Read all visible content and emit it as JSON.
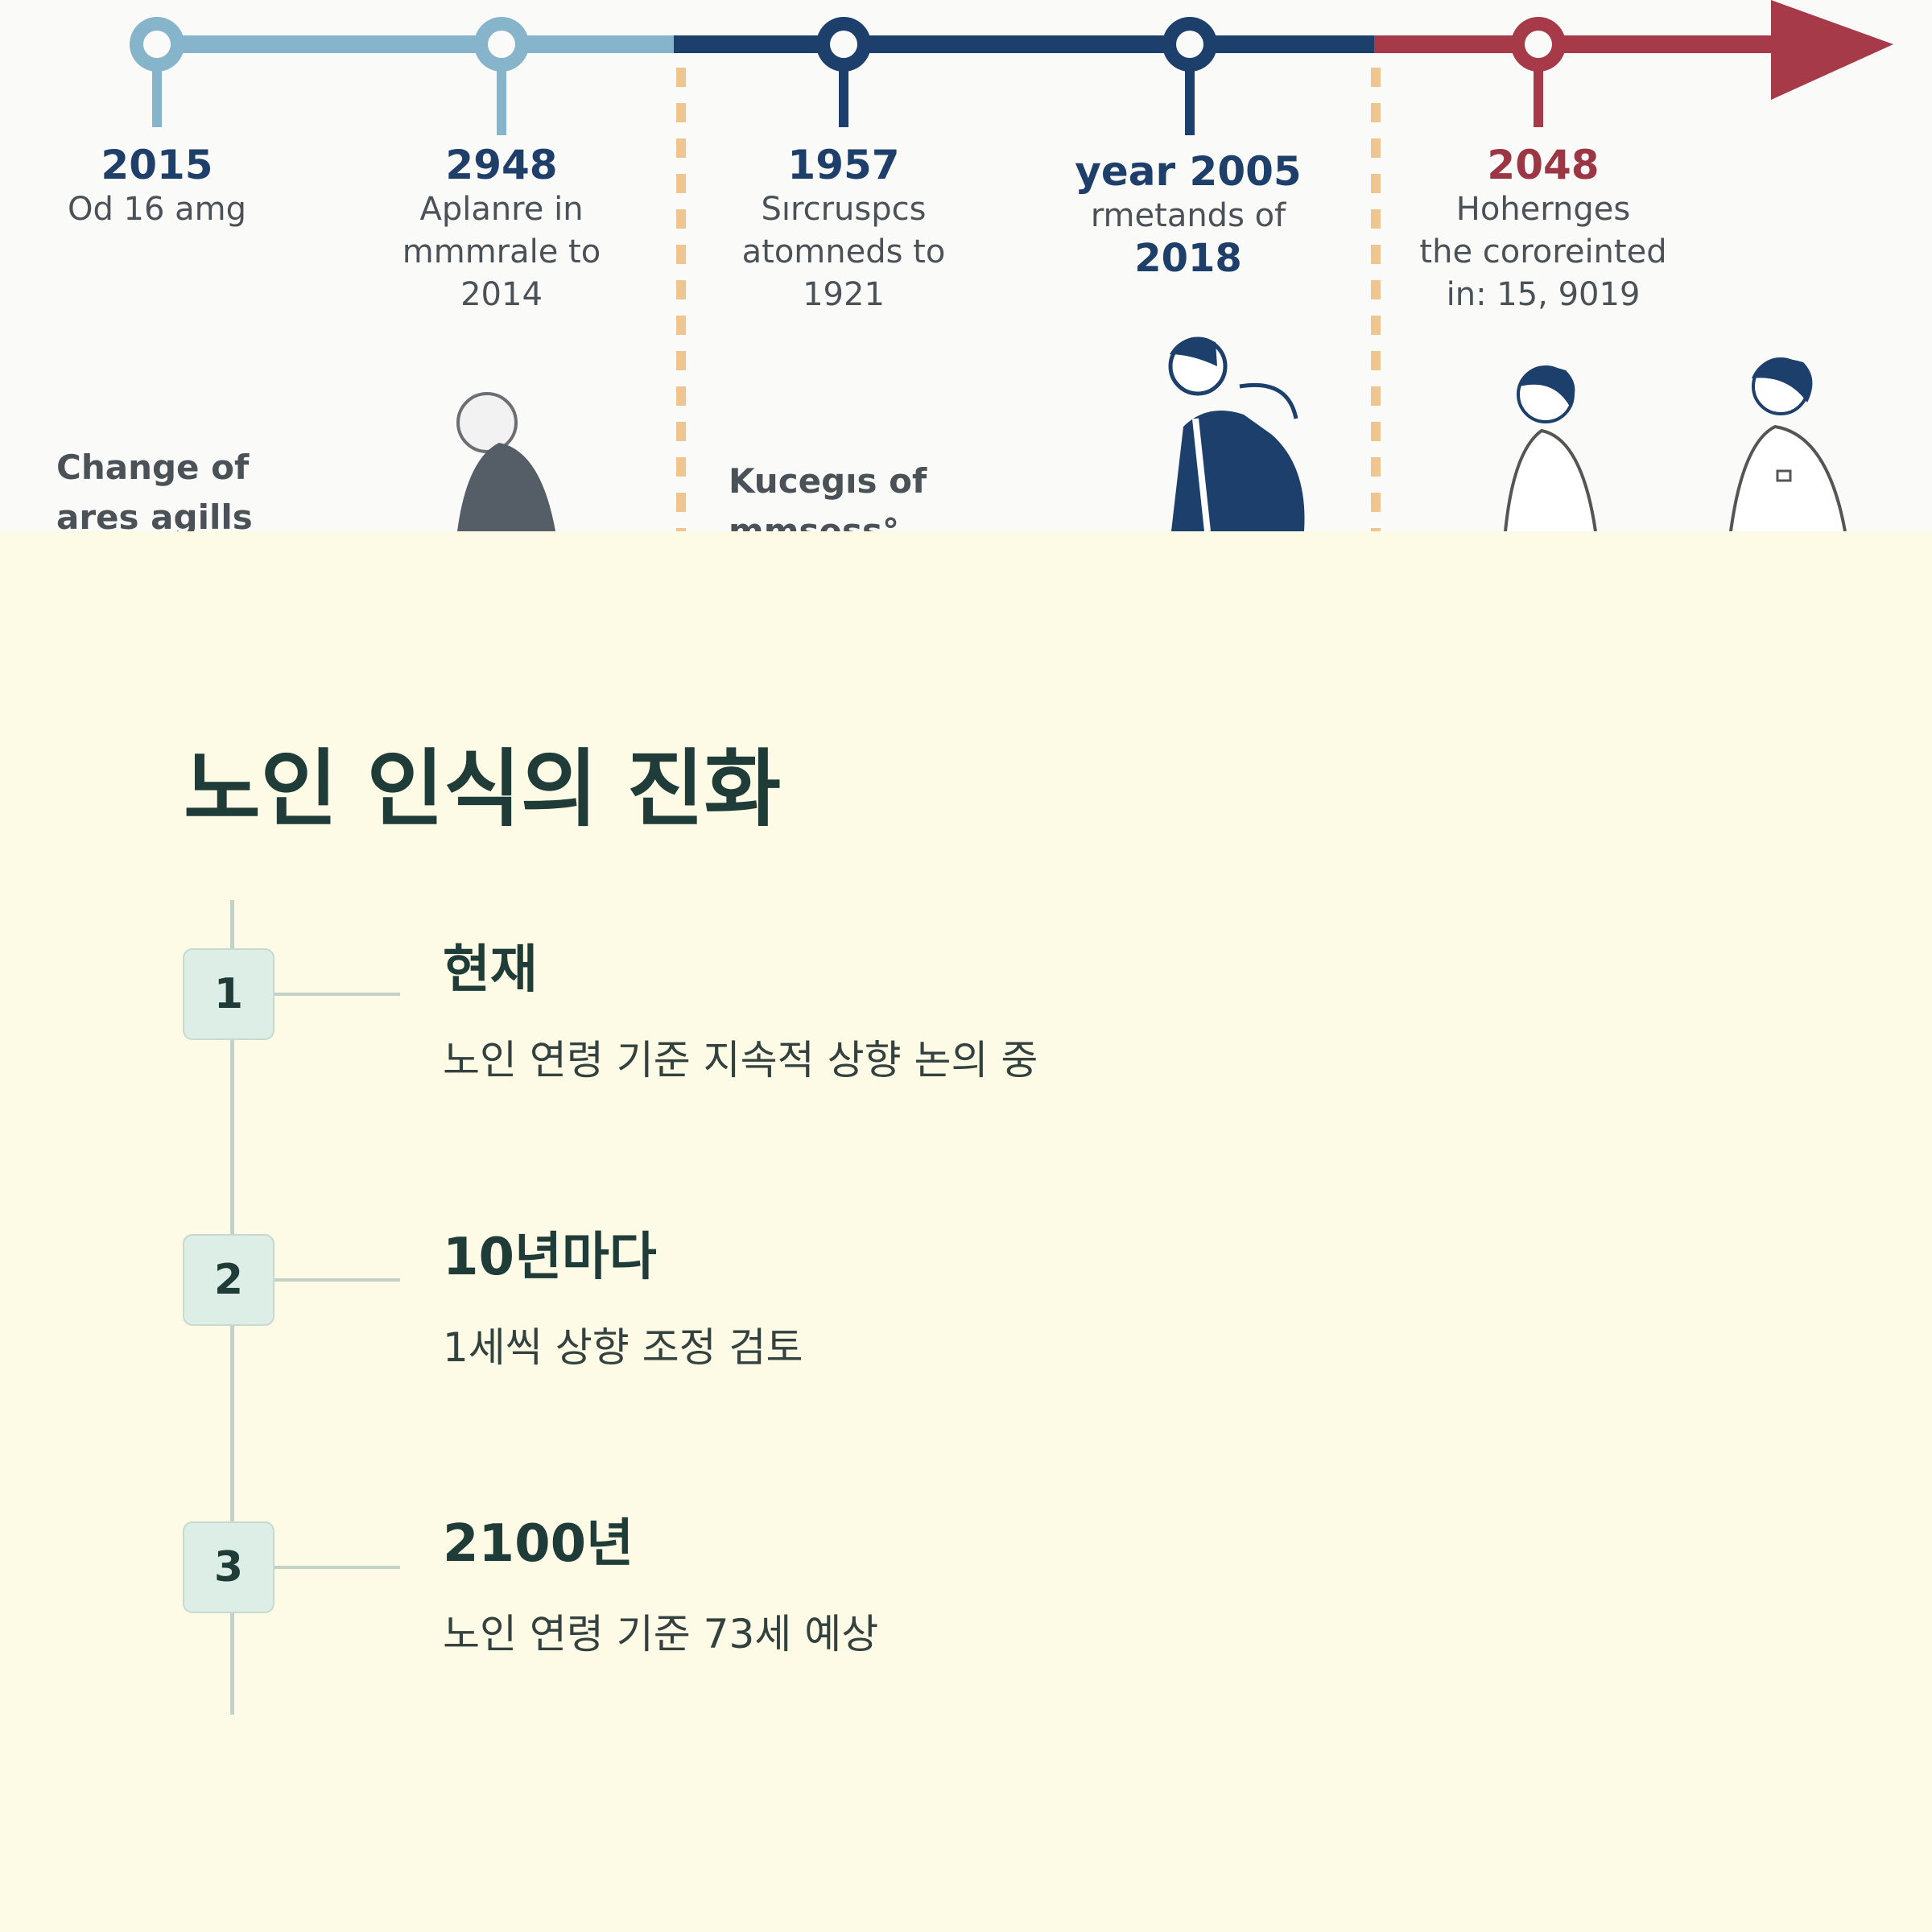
{
  "timeline_banner": {
    "events": [
      {
        "year": "2015",
        "lines": [
          "Od 16 amg"
        ],
        "color": "#1d3f6a"
      },
      {
        "year": "2948",
        "lines": [
          "Aplanre in",
          "mmmrale to",
          "2014"
        ],
        "color": "#1d3f6a"
      },
      {
        "year": "1957",
        "lines": [
          "Sırcruspcs",
          "atomneds to",
          "1921"
        ],
        "color": "#1d3f6a"
      },
      {
        "year": "year 2005",
        "lines": [
          "rmetands of",
          "2018"
        ],
        "color": "#1d3f6a"
      },
      {
        "year": "2048",
        "lines": [
          "Hohernges",
          "the cororeinted",
          "in: 15, 9019"
        ],
        "color": "#9c3544"
      }
    ],
    "notes": [
      {
        "text": "Change of\nares agills"
      },
      {
        "text": "Kucegıs of\nmmsess°"
      }
    ],
    "colors": {
      "light_blue": "#86b4cb",
      "navy": "#1c3f6b",
      "red": "#a73a48",
      "dash": "#f0c690"
    }
  },
  "page": {
    "title": "노인 인식의 진화"
  },
  "steps": [
    {
      "number": "1",
      "heading": "현재",
      "description": "노인 연령 기준 지속적 상향 논의 중"
    },
    {
      "number": "2",
      "heading": "10년마다",
      "description": "1세씩 상향 조정 검토"
    },
    {
      "number": "3",
      "heading": "2100년",
      "description": "노인 연령 기준 73세 예상"
    }
  ],
  "theme": {
    "background": "#fdfbe6",
    "badge_bg": "#ddeee6",
    "rail": "#c3d2c7",
    "text": "#203c38"
  }
}
